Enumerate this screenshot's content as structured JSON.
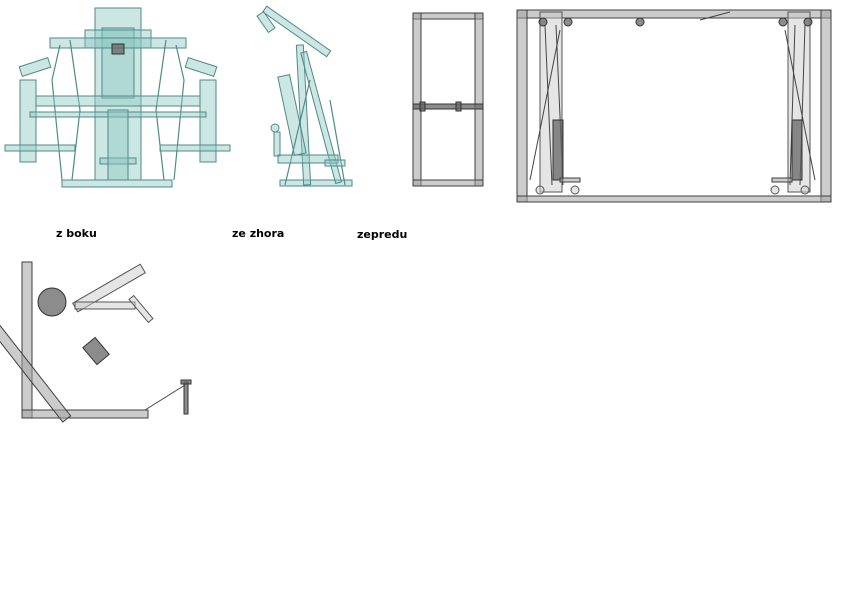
{
  "labels": {
    "side_view": "z boku",
    "top_view": "ze zhora",
    "front_view": "zepredu"
  },
  "colors": {
    "background": "#ffffff",
    "teal_fill": "#8fc7c2",
    "teal_stroke": "#4f8a88",
    "gray_fill": "#a3a3a3",
    "gray_light": "#c9c9c9",
    "dark_stroke": "#3f3f3f"
  }
}
